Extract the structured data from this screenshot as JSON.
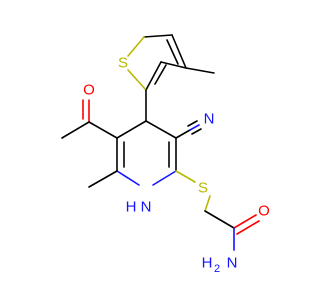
{
  "molecule": {
    "colors": {
      "carbon": "#000000",
      "nitrogen": "#1414ff",
      "oxygen": "#ff0000",
      "sulfur": "#b8b800"
    },
    "labels": {
      "thiophene_s": "S",
      "acetyl_o": "O",
      "nitrile_n": "N",
      "ring_nh": "H",
      "ring_n": "N",
      "thioether_s": "S",
      "amide_o": "O",
      "amide_nh2_h": "H",
      "amide_nh2_sub": "2",
      "amide_nh2_n": "N"
    }
  }
}
